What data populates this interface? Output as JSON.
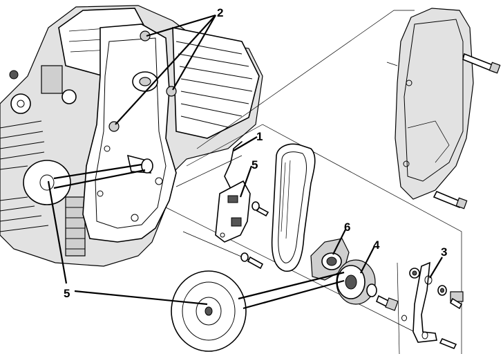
{
  "callouts": {
    "c1": "1",
    "c2": "2",
    "c3": "3",
    "c4": "4",
    "c5a": "5",
    "c5b": "5",
    "c6": "6"
  },
  "colors": {
    "ink": "#000000",
    "paper": "#ffffff",
    "shade": "#cfcfcf"
  },
  "icons": [
    "engine-block",
    "timing-cover",
    "belt",
    "pulley",
    "tensioner",
    "sensor-plate",
    "bolt",
    "washer"
  ]
}
